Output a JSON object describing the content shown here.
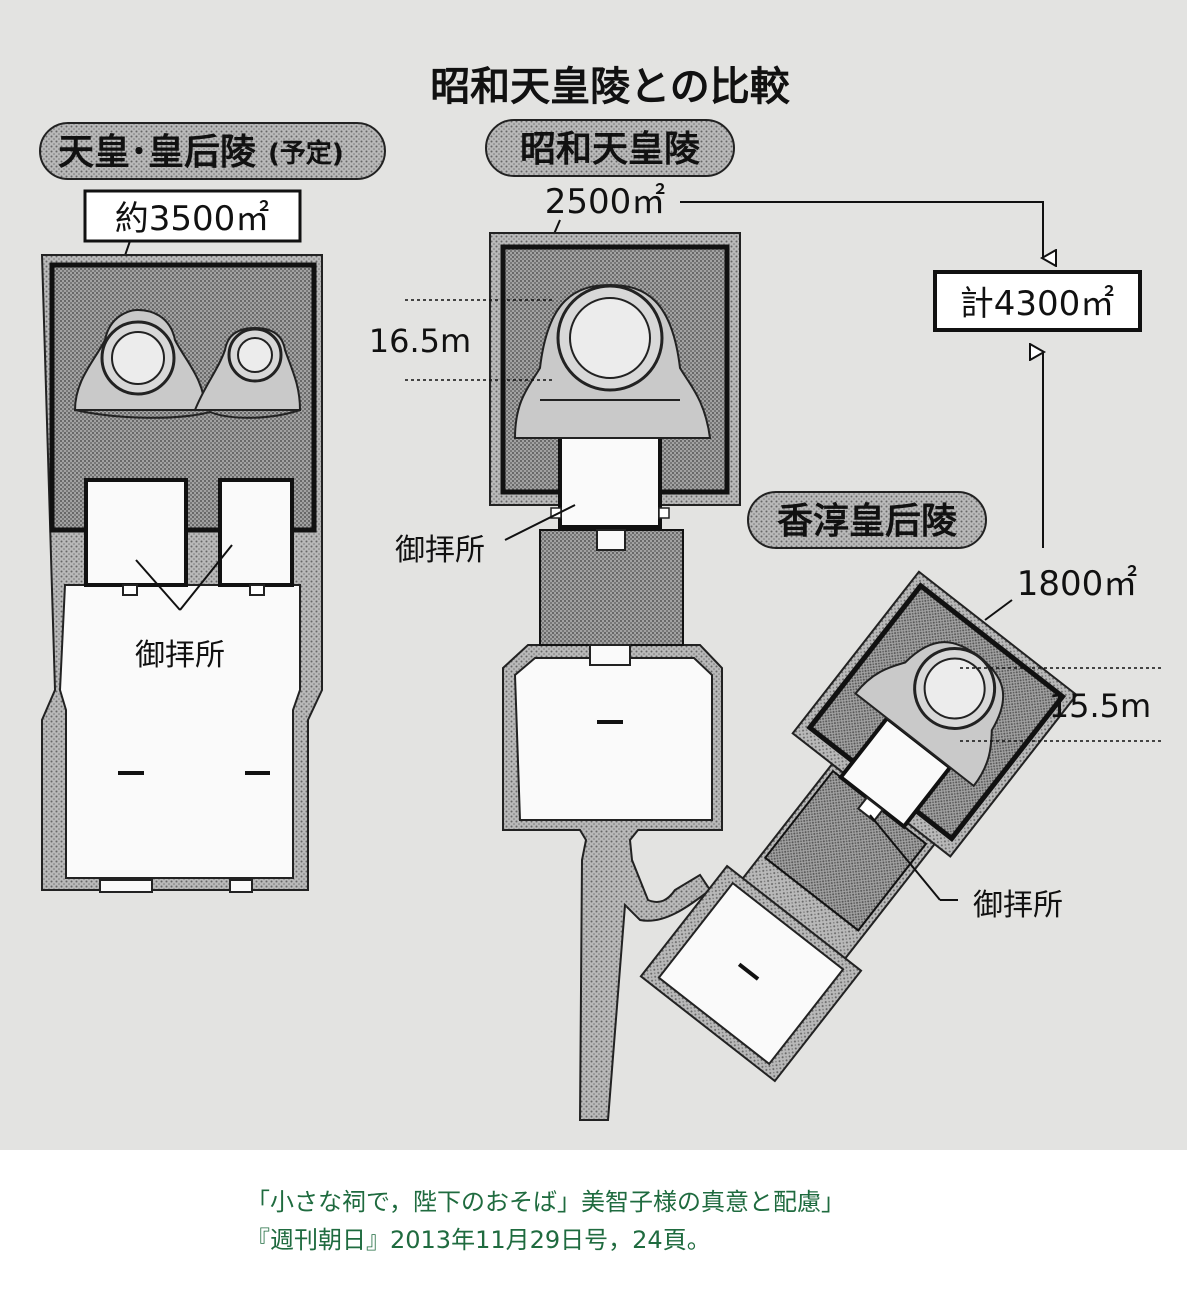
{
  "diagram": {
    "title": "昭和天皇陵との比較",
    "left": {
      "tag": "天皇･皇后陵",
      "tag_note": "(予定)",
      "area": "約3500㎡",
      "worship_label": "御拝所"
    },
    "middle": {
      "tag": "昭和天皇陵",
      "area": "2500㎡",
      "mound_diameter": "16.5m",
      "worship_label": "御拝所"
    },
    "right": {
      "tag": "香淳皇后陵",
      "area": "1800㎡",
      "mound_diameter": "15.5m",
      "worship_label": "御拝所"
    },
    "total": "計4300㎡"
  },
  "caption": {
    "line1": "「小さな祠で，陛下のおそば」美智子様の真意と配慮」",
    "line2": "『週刊朝日』2013年11月29日号，24頁。"
  }
}
